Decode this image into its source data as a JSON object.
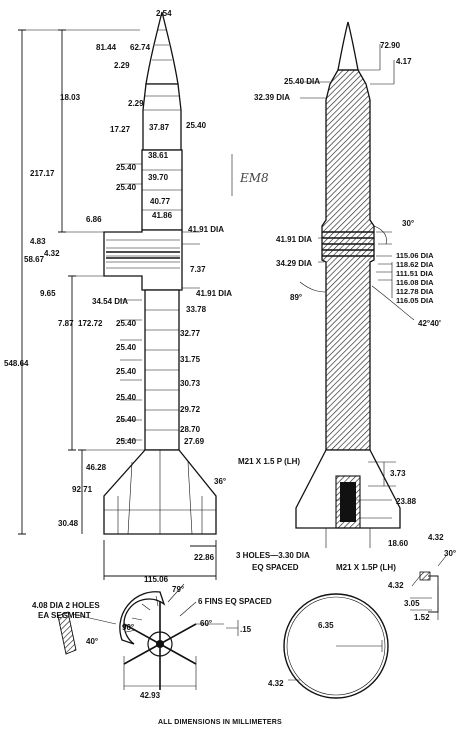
{
  "caption": "ALL DIMENSIONS IN MILLIMETERS",
  "handwritten_label": "EM8",
  "left_dims": {
    "d_2_54": "2.54",
    "d_81_44": "81.44",
    "d_62_74": "62.74",
    "d_2_29a": "2.29",
    "d_18_03": "18.03",
    "d_2_29b": "2.29",
    "d_17_27": "17.27",
    "d_37_87": "37.87",
    "d_25_40_t": "25.40",
    "d_38_61": "38.61",
    "d_217_17": "217.17",
    "d_25_40_a": "25.40",
    "d_39_70": "39.70",
    "d_25_40_b": "25.40",
    "d_40_77": "40.77",
    "d_6_86": "6.86",
    "d_41_86": "41.86",
    "d_41_91dia_a": "41.91 DIA",
    "d_4_83": "4.83",
    "d_58_67": "58.67",
    "d_4_32": "4.32",
    "d_7_37": "7.37",
    "d_9_65": "9.65",
    "d_34_54dia": "34.54 DIA",
    "d_41_91dia_b": "41.91 DIA",
    "d_7_87": "7.87",
    "d_33_78": "33.78",
    "d_172_72": "172.72",
    "d_25_40_c": "25.40",
    "d_32_77": "32.77",
    "d_548_64": "548.64",
    "d_25_40_d": "25.40",
    "d_31_75": "31.75",
    "d_25_40_e": "25.40",
    "d_30_73": "30.73",
    "d_25_40_f": "25.40",
    "d_29_72": "29.72",
    "d_25_40_g": "25.40",
    "d_28_70": "28.70",
    "d_25_40_h": "25.40",
    "d_27_69": "27.69",
    "d_46_28": "46.28",
    "d_36deg": "36°",
    "d_92_71": "92.71",
    "d_30_48": "30.48",
    "d_22_86": "22.86",
    "d_115_06": "115.06"
  },
  "right_dims": {
    "d_72_90": "72.90",
    "d_4_17": "4.17",
    "d_25_40dia": "25.40 DIA",
    "d_32_39dia": "32.39 DIA",
    "d_30deg_a": "30°",
    "d_41_91dia": "41.91 DIA",
    "d_115_06dia": "115.06 DIA",
    "d_118_62dia": "118.62 DIA",
    "d_34_29dia": "34.29 DIA",
    "d_111_51dia": "111.51 DIA",
    "d_116_08dia": "116.08 DIA",
    "d_112_78dia": "112.78 DIA",
    "d_89deg": "89°",
    "d_116_05dia": "116.05 DIA",
    "d_42_40": "42°40'",
    "d_m21_lh": "M21 X 1.5 P (LH)",
    "d_3_73": "3.73",
    "d_23_88": "23.88",
    "d_18_60": "18.60",
    "d_3holes": "3 HOLES—3.30 DIA",
    "d_eq_spaced": "EQ SPACED",
    "d_m21_lh2": "M21 X 1.5P (LH)"
  },
  "detail_dims": {
    "d_4_32_top": "4.32",
    "d_30deg_b": "30°",
    "d_4_32_mid": "4.32",
    "d_3_05": "3.05",
    "d_1_52": "1.52",
    "d_4_08": "4.08 DIA 2 HOLES",
    "d_ea_segment": "EA SEGMENT",
    "d_79deg": "79°",
    "d_6fins": "6 FINS EQ SPACED",
    "d_90deg": "90°",
    "d_60deg": "60°",
    "d_40deg": "40°",
    "d_15": ".15",
    "d_42_93": "42.93",
    "d_6_35": "6.35",
    "d_4_32_ring": "4.32"
  }
}
